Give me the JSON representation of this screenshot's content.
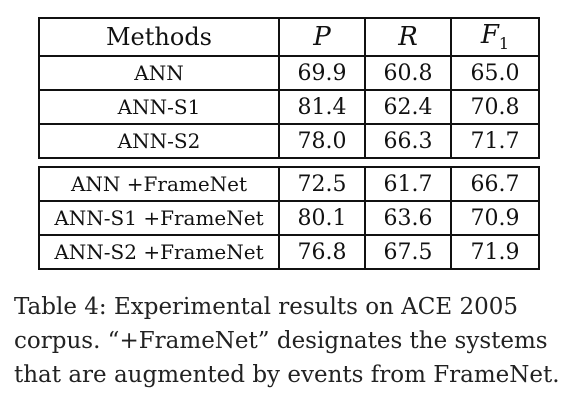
{
  "table": {
    "headers": {
      "methods": "Methods",
      "p": "P",
      "r": "R",
      "f_letter": "F",
      "f_sub": "1"
    },
    "group1": [
      {
        "method": "ANN",
        "p": "69.9",
        "r": "60.8",
        "f1": "65.0"
      },
      {
        "method": "ANN-S1",
        "p": "81.4",
        "r": "62.4",
        "f1": "70.8"
      },
      {
        "method": "ANN-S2",
        "p": "78.0",
        "r": "66.3",
        "f1": "71.7"
      }
    ],
    "group2": [
      {
        "method": "ANN +FrameNet",
        "p": "72.5",
        "r": "61.7",
        "f1": "66.7"
      },
      {
        "method": "ANN-S1 +FrameNet",
        "p": "80.1",
        "r": "63.6",
        "f1": "70.9"
      },
      {
        "method": "ANN-S2 +FrameNet",
        "p": "76.8",
        "r": "67.5",
        "f1": "71.9"
      }
    ]
  },
  "caption": {
    "line1": "Table 4:  Experimental results on ACE 2005",
    "line2": "corpus. “+FrameNet” designates the systems",
    "line3": "that are augmented by events from FrameNet."
  }
}
